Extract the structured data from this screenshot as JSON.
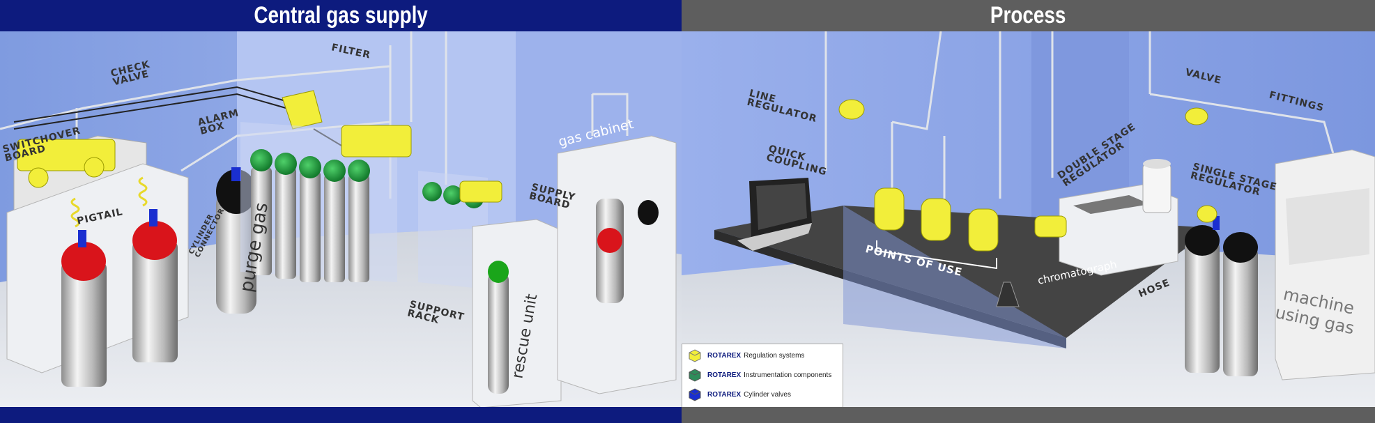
{
  "header": {
    "left_title": "Central gas supply",
    "right_title": "Process"
  },
  "callouts": {
    "check_valve": "CHECK\nVALVE",
    "filter": "FILTER",
    "switchover_board": "SWITCHOVER\nBOARD",
    "alarm_box": "ALARM\nBOX",
    "pigtail": "PIGTAIL",
    "cylinder_connector": "CYLINDER\nCONNECTOR",
    "supply_board": "SUPPLY\nBOARD",
    "support_rack": "SUPPORT\nRACK",
    "line_regulator": "LINE\nREGULATOR",
    "quick_coupling": "QUICK\nCOUPLING",
    "valve": "VALVE",
    "fittings": "FITTINGS",
    "double_stage_regulator": "DOUBLE STAGE\nREGULATOR",
    "single_stage_regulator": "SINGLE STAGE\nREGULATOR",
    "hose": "HOSE",
    "points_of_use": "POINTS OF USE"
  },
  "labels": {
    "purge_gas": "purge gas",
    "rescue_unit": "rescue unit",
    "gas_cabinet": "gas cabinet",
    "chromatograph": "chromatograph",
    "machine_using_gas": "machine\nusing gas"
  },
  "legend": {
    "items": [
      {
        "brand": "ROTAREX",
        "text": "Regulation systems",
        "color": "#f2ee3a"
      },
      {
        "brand": "ROTAREX",
        "text": "Instrumentation components",
        "color": "#2e8c5a"
      },
      {
        "brand": "ROTAREX",
        "text": "Cylinder valves",
        "color": "#1a2fd0"
      }
    ]
  },
  "colors": {
    "left_header": "#0d1b7e",
    "right_header": "#5e5e5e",
    "wall": "#8fa8e6",
    "cylinder_red": "#d9141b",
    "cylinder_green": "#1aa51a",
    "cylinder_black": "#111111",
    "regulator_yellow": "#f2ee3a"
  }
}
